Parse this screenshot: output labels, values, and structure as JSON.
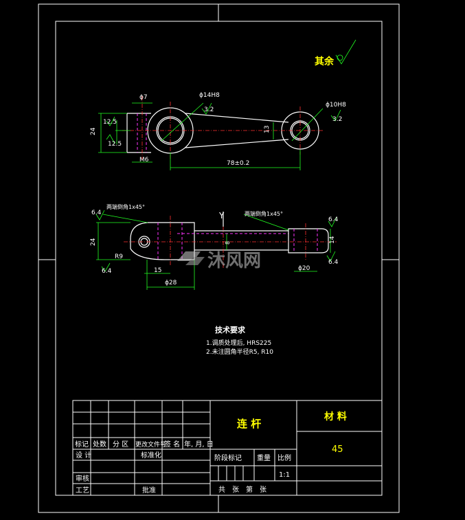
{
  "roughness_note": {
    "label": "其余",
    "symbol": "check-roughness-symbol"
  },
  "top_view": {
    "dim_phi7": "ϕ7",
    "dim_phi14": "ϕ14H8",
    "dim_phi10": "ϕ10H8",
    "rough_left": "3.2",
    "rough_right": "3.2",
    "dim_12_5_top": "12.5",
    "dim_12_5_bottom": "12.5",
    "dim_24": "24",
    "dim_m6": "M6",
    "dim_13": "13",
    "dim_center": "78±0.2"
  },
  "front_view": {
    "chamfer_left": "两端倒角1x45°",
    "chamfer_right": "两端倒角1x45°",
    "rough_left": "6.4",
    "rough_right": "6.4",
    "dim_24": "24",
    "dim_r9": "R9",
    "rough_bottom_left": "6.4",
    "dim_15": "15",
    "dim_phi28": "ϕ28",
    "section_mark": "Y",
    "dim_8": "8",
    "dim_14": "14",
    "rough_bottom_right": "6.4",
    "dim_phi20": "ϕ20"
  },
  "tech_req": {
    "title": "技术要求",
    "item1": "1.调质处理后, HRS225",
    "item2": "2.未注圆角半径R5, R10"
  },
  "watermark": {
    "text": "沐风网"
  },
  "title_block": {
    "part_name": "连 杆",
    "material_label": "材 料",
    "material_value": "45",
    "hdr_mark": "标记",
    "hdr_count": "处数",
    "hdr_zone": "分 区",
    "hdr_doc": "更改文件号",
    "hdr_sign": "签 名",
    "hdr_date": "年, 月, 日",
    "design": "设 计",
    "standardize": "标准化",
    "stage_mark": "阶段标记",
    "weight": "重量",
    "scale": "比例",
    "scale_value": "1:1",
    "review": "审核",
    "process": "工艺",
    "approve": "批准",
    "sheets": "共　张　第　张"
  }
}
